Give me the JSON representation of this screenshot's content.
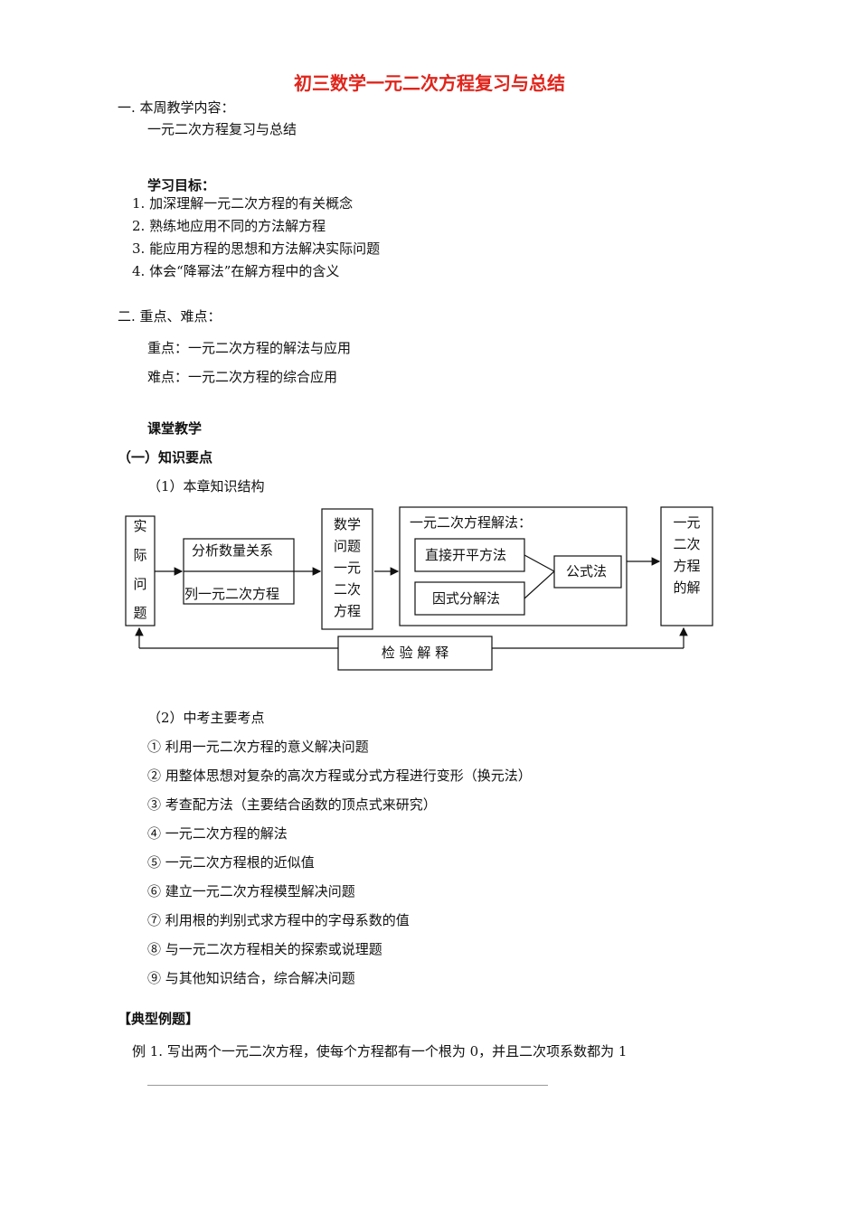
{
  "title": "初三数学一元二次方程复习与总结",
  "section1": {
    "heading": "一.  本周教学内容：",
    "content": "一元二次方程复习与总结"
  },
  "goals": {
    "heading": "学习目标：",
    "items": [
      "1.  加深理解一元二次方程的有关概念",
      "2.  熟练地应用不同的方法解方程",
      "3.  能应用方程的思想和方法解决实际问题",
      "4.  体会“降幂法”在解方程中的含义"
    ]
  },
  "section2": {
    "heading": "二.  重点、难点：",
    "key_point": "重点：一元二次方程的解法与应用",
    "difficult_point": "难点：一元二次方程的综合应用"
  },
  "classroom": {
    "heading": "课堂教学",
    "sub1": "（一）知识要点",
    "structure_label": "（1）本章知识结构",
    "exam_label": "（2）中考主要考点",
    "exam_points": [
      "① 利用一元二次方程的意义解决问题",
      "② 用整体思想对复杂的高次方程或分式方程进行变形（换元法）",
      "③ 考查配方法（主要结合函数的顶点式来研究）",
      "④ 一元二次方程的解法",
      "⑤ 一元二次方程根的近似值",
      "⑥ 建立一元二次方程模型解决问题",
      "⑦ 利用根的判别式求方程中的字母系数的值",
      "⑧ 与一元二次方程相关的探索或说理题",
      "⑨ 与其他知识结合，综合解决问题"
    ]
  },
  "diagram": {
    "real_problem": [
      "实",
      "际",
      "问",
      "题"
    ],
    "analyze": "分析数量关系",
    "list_equation": "列一元二次方程",
    "math_problem": [
      "数学",
      "问题",
      "一元",
      "二次",
      "方程"
    ],
    "solve_methods_title": "一元二次方程解法：",
    "direct_sqrt": "直接开平方法",
    "factoring": "因式分解法",
    "formula": "公式法",
    "solution": [
      "一元",
      "二次",
      "方程",
      "的解"
    ],
    "verify": "检 验 解 释"
  },
  "examples": {
    "heading": "【典型例题】",
    "example1": "例 1.  写出两个一元二次方程，使每个方程都有一个根为 0，并且二次项系数都为 1"
  }
}
